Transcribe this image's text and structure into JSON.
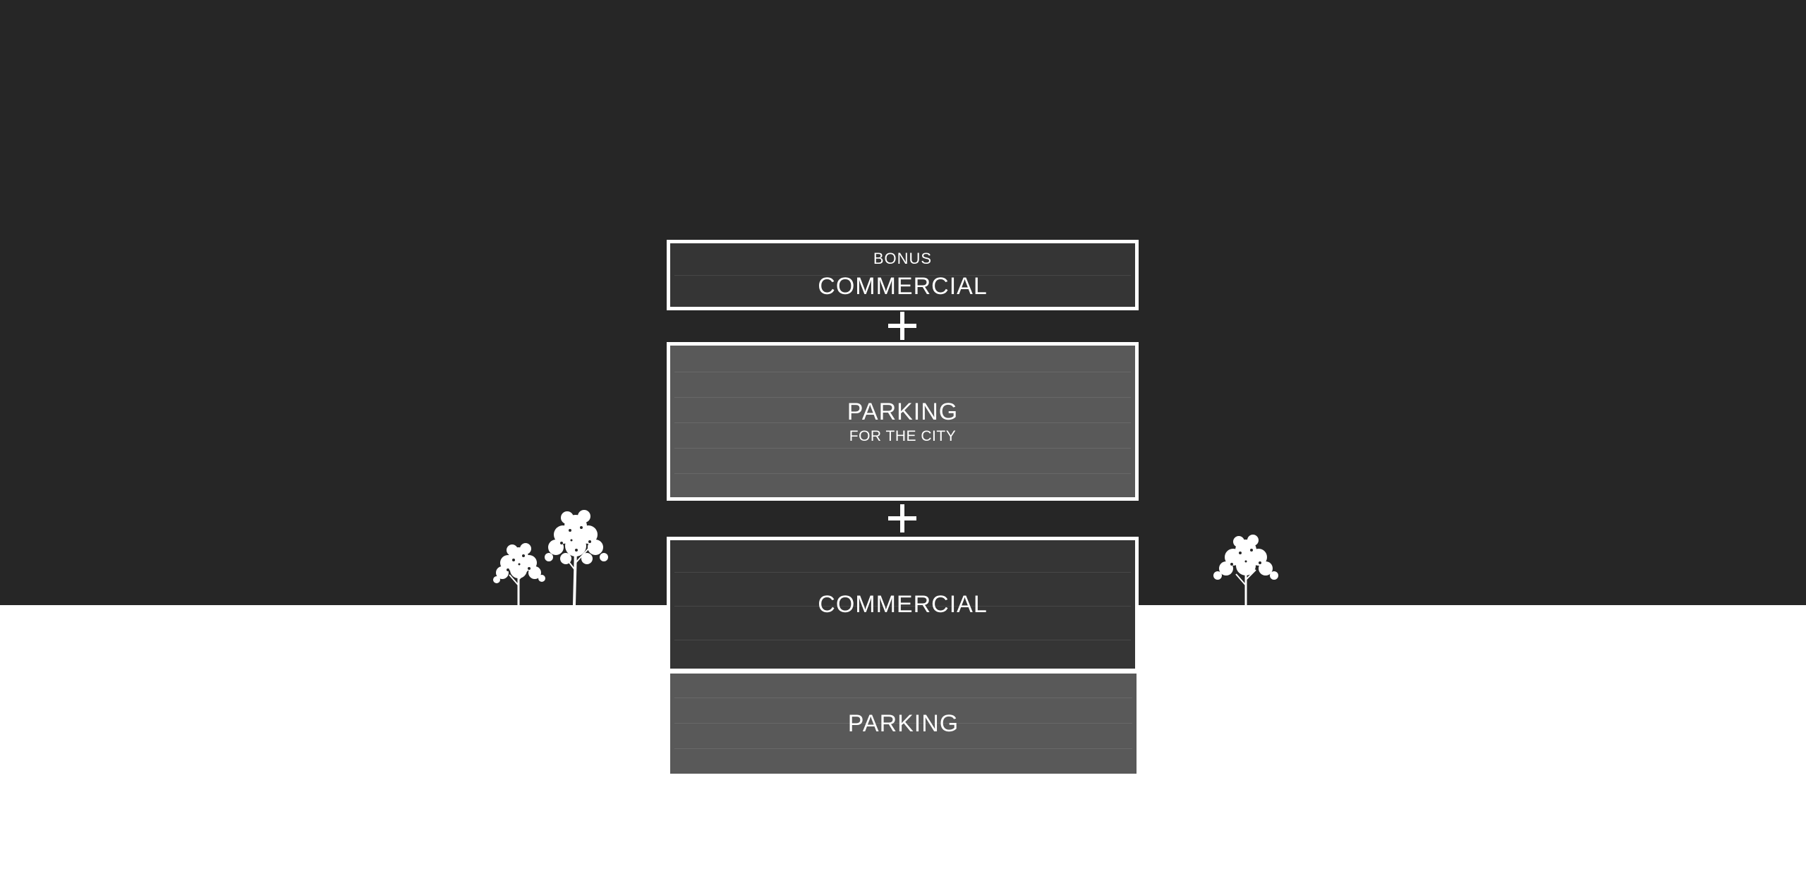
{
  "blocks": {
    "bonus_commercial": {
      "kicker": "BONUS",
      "title": "COMMERCIAL"
    },
    "city_parking": {
      "title": "PARKING",
      "subtitle": "FOR THE CITY"
    },
    "commercial": {
      "title": "COMMERCIAL"
    },
    "parking": {
      "title": "PARKING"
    }
  },
  "connectors": [
    "+",
    "+"
  ],
  "icons": {
    "tree": "tree-icon",
    "plus": "plus-icon"
  },
  "colors": {
    "sky": "#262626",
    "ground": "#ffffff",
    "commercial_fill": "#353535",
    "parking_fill": "#595959",
    "outline": "#ffffff"
  }
}
